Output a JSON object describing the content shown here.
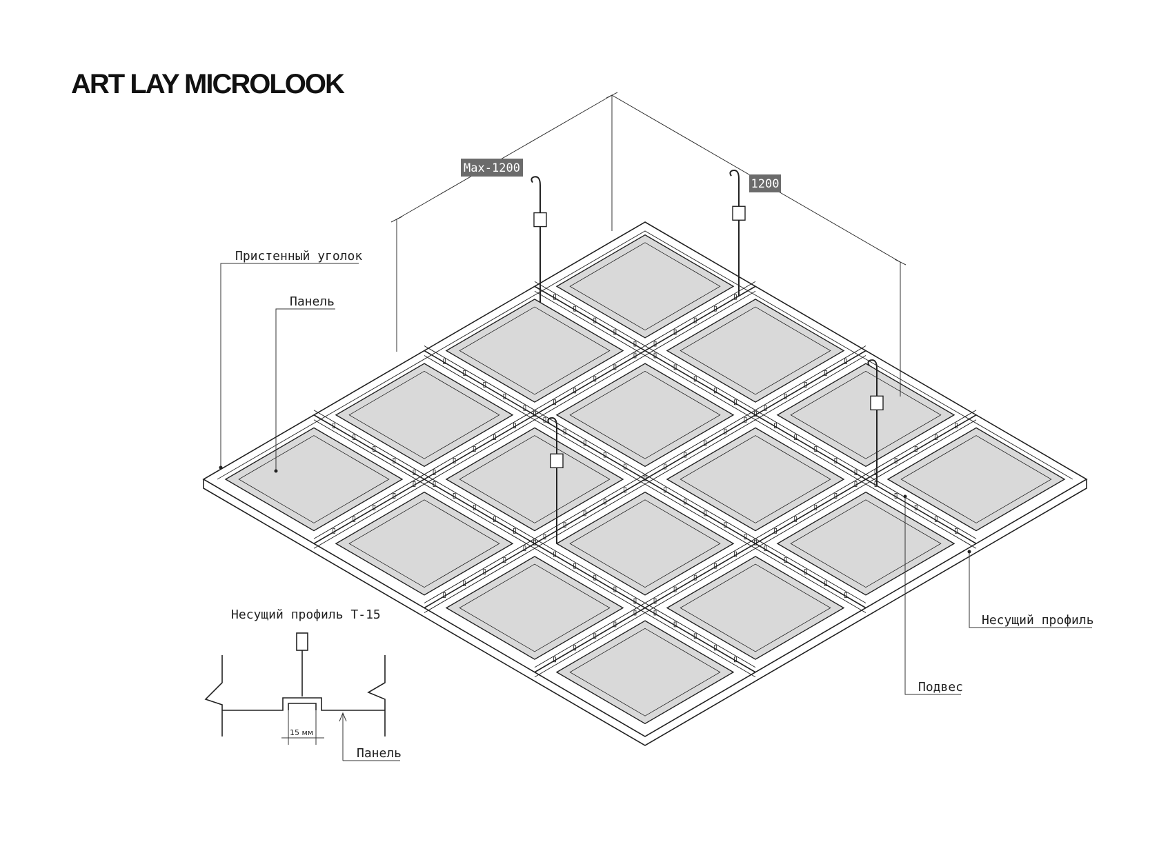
{
  "title": "ART LAY MICROLOOK",
  "dimensions": {
    "max_span": "Max-1200",
    "span": "1200"
  },
  "labels": {
    "wall_angle": "Пристенный уголок",
    "panel": "Панель",
    "main_profile": "Несущий профиль",
    "hanger": "Подвес",
    "profile_t15": "Несущий профиль Т-15",
    "detail_panel": "Панель",
    "detail_width": "15 мм"
  },
  "grid": {
    "rows": 4,
    "cols": 4
  },
  "colors": {
    "panel_fill": "#d9d9d9",
    "line": "#222222",
    "dim_box": "#6b6b6b"
  }
}
